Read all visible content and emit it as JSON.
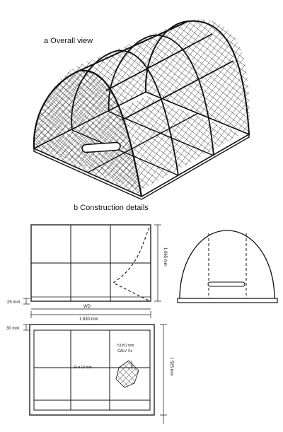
{
  "figure": {
    "part_a_title": "a  Overall view",
    "part_b_title": "b  Construction details"
  },
  "side_view": {
    "height_label": "1 065 mm",
    "base_label": "25 mm",
    "width_code": "WD",
    "length_label": "1 830 mm"
  },
  "plan_view": {
    "frame_label": "30 mm",
    "width_label": "1 525 mm",
    "bar_label": "St ø 10 mm",
    "mesh_label_line1": "51x51 mm",
    "mesh_label_line2": "GALV. Fe"
  }
}
